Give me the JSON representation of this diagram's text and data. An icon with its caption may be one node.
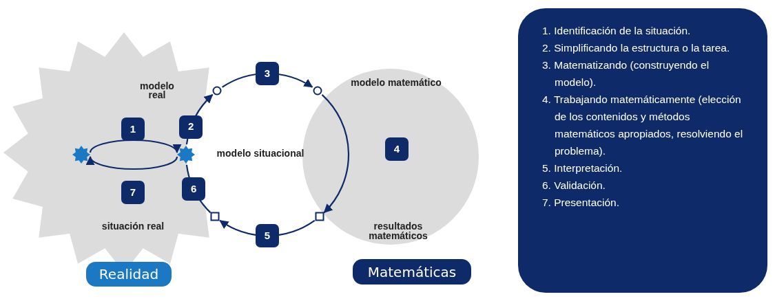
{
  "diagram": {
    "nodes": [
      {
        "text": [
          "modelo real",
          "situación real"
        ]
      },
      {
        "text": [],
        "shape": "star",
        "in": 0
      },
      {
        "text": [],
        "shape": "star",
        "in": 0
      },
      {
        "text": [],
        "shape": "circle"
      },
      {
        "text": [],
        "shape": "circle"
      },
      {
        "text": [],
        "shape": "box"
      },
      {
        "text": [],
        "shape": "box"
      },
      {
        "text": [
          "Realidad"
        ]
      },
      {
        "text": [
          "Matemáticas"
        ]
      },
      {
        "text": [
          "1. Identificación de la situación.",
          "2. Simplificando la estructura o la tarea.",
          "3. Matematizando (construyendo el modelo).",
          "4. Trabajando matemáticamente (elección de los contenidos y métodos matemáticos apropiados, resolviendo el problema).",
          "5. Interpretación.",
          "6. Validación.",
          "7. Presentación."
        ]
      }
    ],
    "edges": [
      {
        "from": 1,
        "to": 2,
        "arrow": "to",
        "label": "1"
      },
      {
        "from": 2,
        "to": 1,
        "arrow": "to",
        "label": "7"
      },
      {
        "from": 2,
        "to": 3,
        "arrow": "to",
        "label": "2"
      },
      {
        "from": 3,
        "to": 4,
        "arrow": "to",
        "label": "3"
      },
      {
        "from": 4,
        "to": 6,
        "arrow": "to"
      },
      {
        "from": 6,
        "to": 5,
        "arrow": "to",
        "label": "5"
      },
      {
        "from": 5,
        "to": 2,
        "arrow": "none",
        "label": "6"
      }
    ],
    "labels": [
      "modelo matemático",
      "modelo situacional",
      "4",
      "resultados matemáticos"
    ]
  }
}
